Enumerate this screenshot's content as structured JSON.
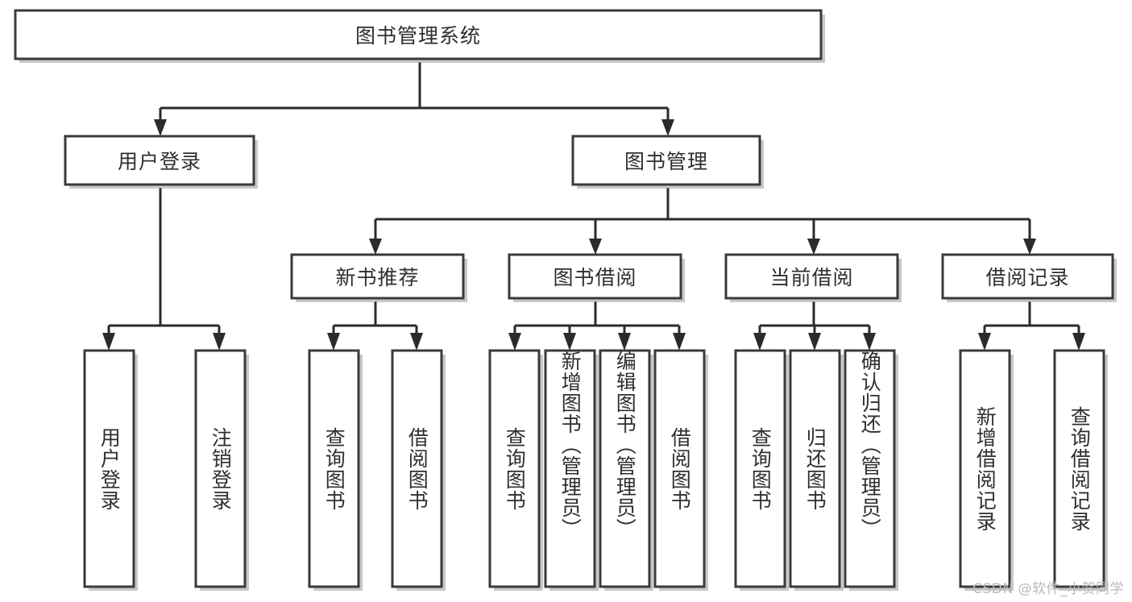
{
  "diagram": {
    "type": "tree-hierarchy",
    "title": "图书管理系统",
    "orientation": "top-down",
    "colors": {
      "box_fill": "#ffffff",
      "box_stroke": "#3a3a3a",
      "connector": "#2b2b2b",
      "text": "#2f2f2f",
      "watermark": "#b9b9b9",
      "background": "#ffffff"
    },
    "levels": [
      {
        "level": 1,
        "nodes": [
          {
            "id": "root",
            "label": "图书管理系统",
            "orientation": "horizontal"
          }
        ]
      },
      {
        "level": 2,
        "nodes": [
          {
            "id": "user-login",
            "label": "用户登录",
            "orientation": "horizontal",
            "parent": "root"
          },
          {
            "id": "book-manage",
            "label": "图书管理",
            "orientation": "horizontal",
            "parent": "root"
          }
        ]
      },
      {
        "level": 3,
        "nodes": [
          {
            "id": "new-book-rec",
            "label": "新书推荐",
            "orientation": "horizontal",
            "parent": "book-manage"
          },
          {
            "id": "book-borrow",
            "label": "图书借阅",
            "orientation": "horizontal",
            "parent": "book-manage"
          },
          {
            "id": "current-borrow",
            "label": "当前借阅",
            "orientation": "horizontal",
            "parent": "book-manage"
          },
          {
            "id": "borrow-record",
            "label": "借阅记录",
            "orientation": "horizontal",
            "parent": "book-manage"
          }
        ]
      },
      {
        "level": 4,
        "nodes": [
          {
            "id": "leaf-user-login",
            "label": "用户登录",
            "orientation": "vertical",
            "parent": "user-login"
          },
          {
            "id": "leaf-logout",
            "label": "注销登录",
            "orientation": "vertical",
            "parent": "user-login"
          },
          {
            "id": "leaf-query-book-rec",
            "label": "查询图书",
            "orientation": "vertical",
            "parent": "new-book-rec"
          },
          {
            "id": "leaf-borrow-book-rec",
            "label": "借阅图书",
            "orientation": "vertical",
            "parent": "new-book-rec"
          },
          {
            "id": "leaf-query-book-bb",
            "label": "查询图书",
            "orientation": "vertical",
            "parent": "book-borrow"
          },
          {
            "id": "leaf-add-book",
            "label": "新增图书（管理员）",
            "orientation": "vertical",
            "parent": "book-borrow"
          },
          {
            "id": "leaf-edit-book",
            "label": "编辑图书（管理员）",
            "orientation": "vertical",
            "parent": "book-borrow"
          },
          {
            "id": "leaf-borrow-book-bb",
            "label": "借阅图书",
            "orientation": "vertical",
            "parent": "book-borrow"
          },
          {
            "id": "leaf-query-book-cb",
            "label": "查询图书",
            "orientation": "vertical",
            "parent": "current-borrow"
          },
          {
            "id": "leaf-return-book",
            "label": "归还图书",
            "orientation": "vertical",
            "parent": "current-borrow"
          },
          {
            "id": "leaf-confirm-return",
            "label": "确认归还（管理员）",
            "orientation": "vertical",
            "parent": "current-borrow"
          },
          {
            "id": "leaf-add-record",
            "label": "新增借阅记录",
            "orientation": "vertical",
            "parent": "borrow-record"
          },
          {
            "id": "leaf-query-record",
            "label": "查询借阅记录",
            "orientation": "vertical",
            "parent": "borrow-record"
          }
        ]
      }
    ]
  },
  "watermark": {
    "text": "CSDN @软件_小贺同学"
  }
}
